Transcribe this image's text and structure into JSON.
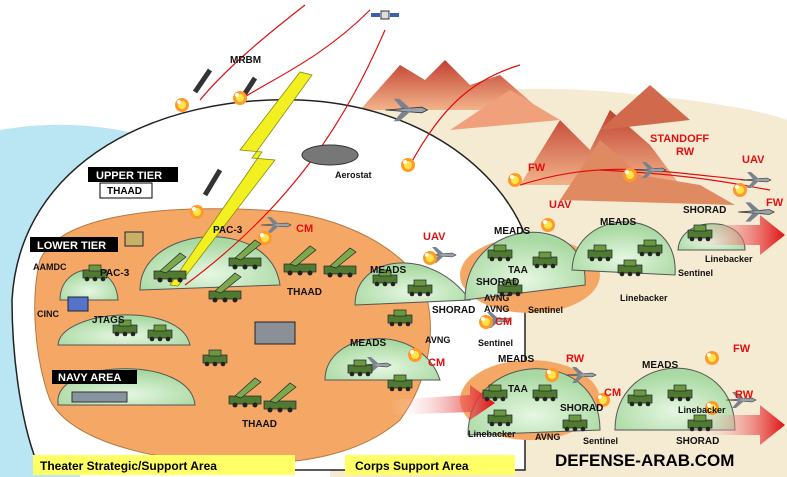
{
  "labels": {
    "mrbm": "MRBM",
    "aerostat": "Aerostat",
    "upper_tier": "UPPER TIER",
    "thaad_box": "THAAD",
    "lower_tier": "LOWER TIER",
    "aamdc": "AAMDC",
    "cinc": "CINC",
    "pac3_top": "PAC-3",
    "pac3_left": "PAC-3",
    "jtags": "JTAGS",
    "navy_area": "NAVY AREA",
    "thaad_mid": "THAAD",
    "thaad_bottom": "THAAD",
    "cm_1": "CM",
    "uav_1": "UAV",
    "meads_1": "MEADS",
    "shorad_1": "SHORAD",
    "avng_1": "AVNG",
    "cm_2": "CM",
    "meads_2": "MEADS",
    "avng_2": "AVNG",
    "cm_3": "CM",
    "meads_3": "MEADS",
    "taa_1": "TAA",
    "shorad_2": "SHORAD",
    "avng_3": "AVNG",
    "sentinel_1": "Sentinel",
    "sentinel_2": "Sentinel",
    "uav_2": "UAV",
    "fw_1": "FW",
    "meads_4": "MEADS",
    "sentinel_3": "Sentinel",
    "linebacker_1": "Linebacker",
    "standoff": "STANDOFF",
    "rw_1": "RW",
    "uav_3": "UAV",
    "shorad_3": "SHORAD",
    "fw_2": "FW",
    "linebacker_2": "Linebacker",
    "meads_5": "MEADS",
    "rw_2": "RW",
    "taa_2": "TAA",
    "linebacker_3": "Linebacker",
    "avng_4": "AVNG",
    "cm_4": "CM",
    "shorad_4": "SHORAD",
    "sentinel_4": "Sentinel",
    "meads_6": "MEADS",
    "fw_3": "FW",
    "rw_3": "RW",
    "linebacker_4": "Linebacker",
    "shorad_5": "SHORAD"
  },
  "footer": {
    "theater_area": "Theater Strategic/Support Area",
    "corps_area": "Corps Support Area",
    "watermark": "DEFENSE-ARAB.COM"
  },
  "colors": {
    "sky": "#ffffff",
    "sea": "#b9e6f2",
    "sand": "#f5ead2",
    "orange_zone": "#f5a866",
    "dome": "#cfeec9",
    "footer_bar": "#ffff66",
    "threat_red": "#e01010",
    "lightning": "#f2f020",
    "mountain": "#e0805a"
  }
}
